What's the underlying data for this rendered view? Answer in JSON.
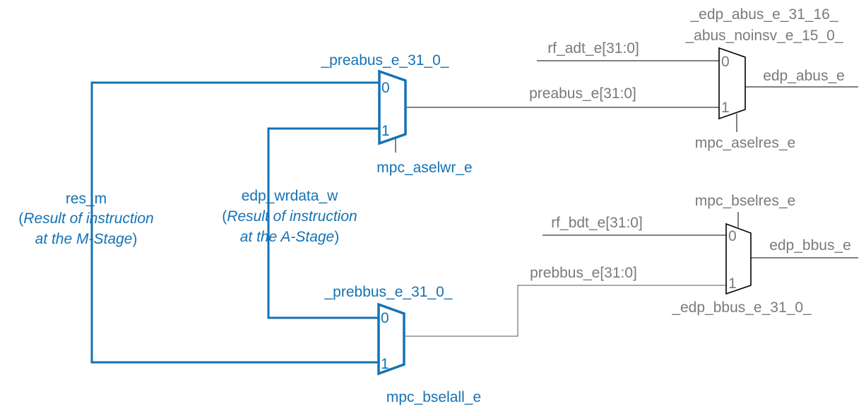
{
  "colors": {
    "accent_blue": "#1472b5",
    "label_gray": "#7a7a7a",
    "wire_black": "#000000"
  },
  "mux_preabus": {
    "name": "_preabus_e_31_0_",
    "in0": "0",
    "in1": "1",
    "select": "mpc_aselwr_e"
  },
  "mux_prebbus": {
    "name": "_prebbus_e_31_0_",
    "in0": "0",
    "in1": "1",
    "select": "mpc_bselall_e"
  },
  "mux_abus": {
    "name_line1": "_edp_abus_e_31_16_",
    "name_line2": "_abus_noinsv_e_15_0_",
    "in0": "0",
    "in1": "1",
    "select": "mpc_aselres_e",
    "output": "edp_abus_e"
  },
  "mux_bbus": {
    "name": "_edp_bbus_e_31_0_",
    "in0": "0",
    "in1": "1",
    "select": "mpc_bselres_e",
    "output": "edp_bbus_e"
  },
  "signals": {
    "rf_adt": "rf_adt_e[31:0]",
    "preabus": "preabus_e[31:0]",
    "rf_bdt": "rf_bdt_e[31:0]",
    "prebbus": "prebbus_e[31:0]"
  },
  "res_m": {
    "name": "res_m",
    "open": "(",
    "desc1": "Result of instruction",
    "desc2": "at the M-Stage",
    "close": ")"
  },
  "wrdata": {
    "name": "edp_wrdata_w",
    "open": "(",
    "desc1": "Result of instruction",
    "desc2": "at the A-Stage",
    "close": ")"
  }
}
